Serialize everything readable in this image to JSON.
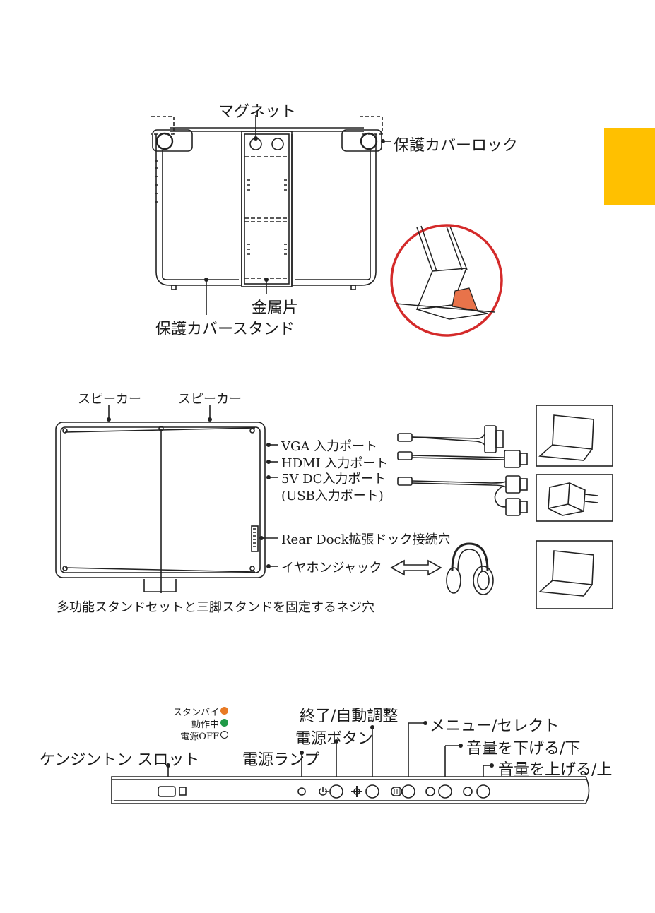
{
  "colors": {
    "accent_tab": "#ffc000",
    "standby_led": "#e87a24",
    "active_led": "#1f9a47",
    "magnifier_ring": "#d42a2a",
    "magnifier_fill": "#e8734a"
  },
  "cover": {
    "magnet": "マグネット",
    "lock": "保護カバーロック",
    "metal_piece": "金属片",
    "stand": "保護カバースタンド"
  },
  "ports": {
    "speaker_left": "スピーカー",
    "speaker_right": "スピーカー",
    "vga": "VGA 入力ポート",
    "hdmi": "HDMI 入力ポート",
    "dc": "5V DC入力ポート",
    "usb": "(USB入力ポート)",
    "rear_dock": "Rear Dock拡張ドック接続穴",
    "earphone": "イヤホンジャック",
    "screw_hole": "多功能スタンドセットと三脚スタンドを固定するネジ穴"
  },
  "bottom": {
    "standby": "スタンバイ",
    "active": "動作中",
    "power_off": "電源OFF",
    "exit_auto": "終了/自動調整",
    "power_button": "電源ボタン",
    "menu_select": "メニュー/セレクト",
    "kensington": "ケンジントン スロット",
    "power_lamp": "電源ランプ",
    "vol_down": "音量を下げる/下",
    "vol_up": "音量を上げる/上"
  }
}
